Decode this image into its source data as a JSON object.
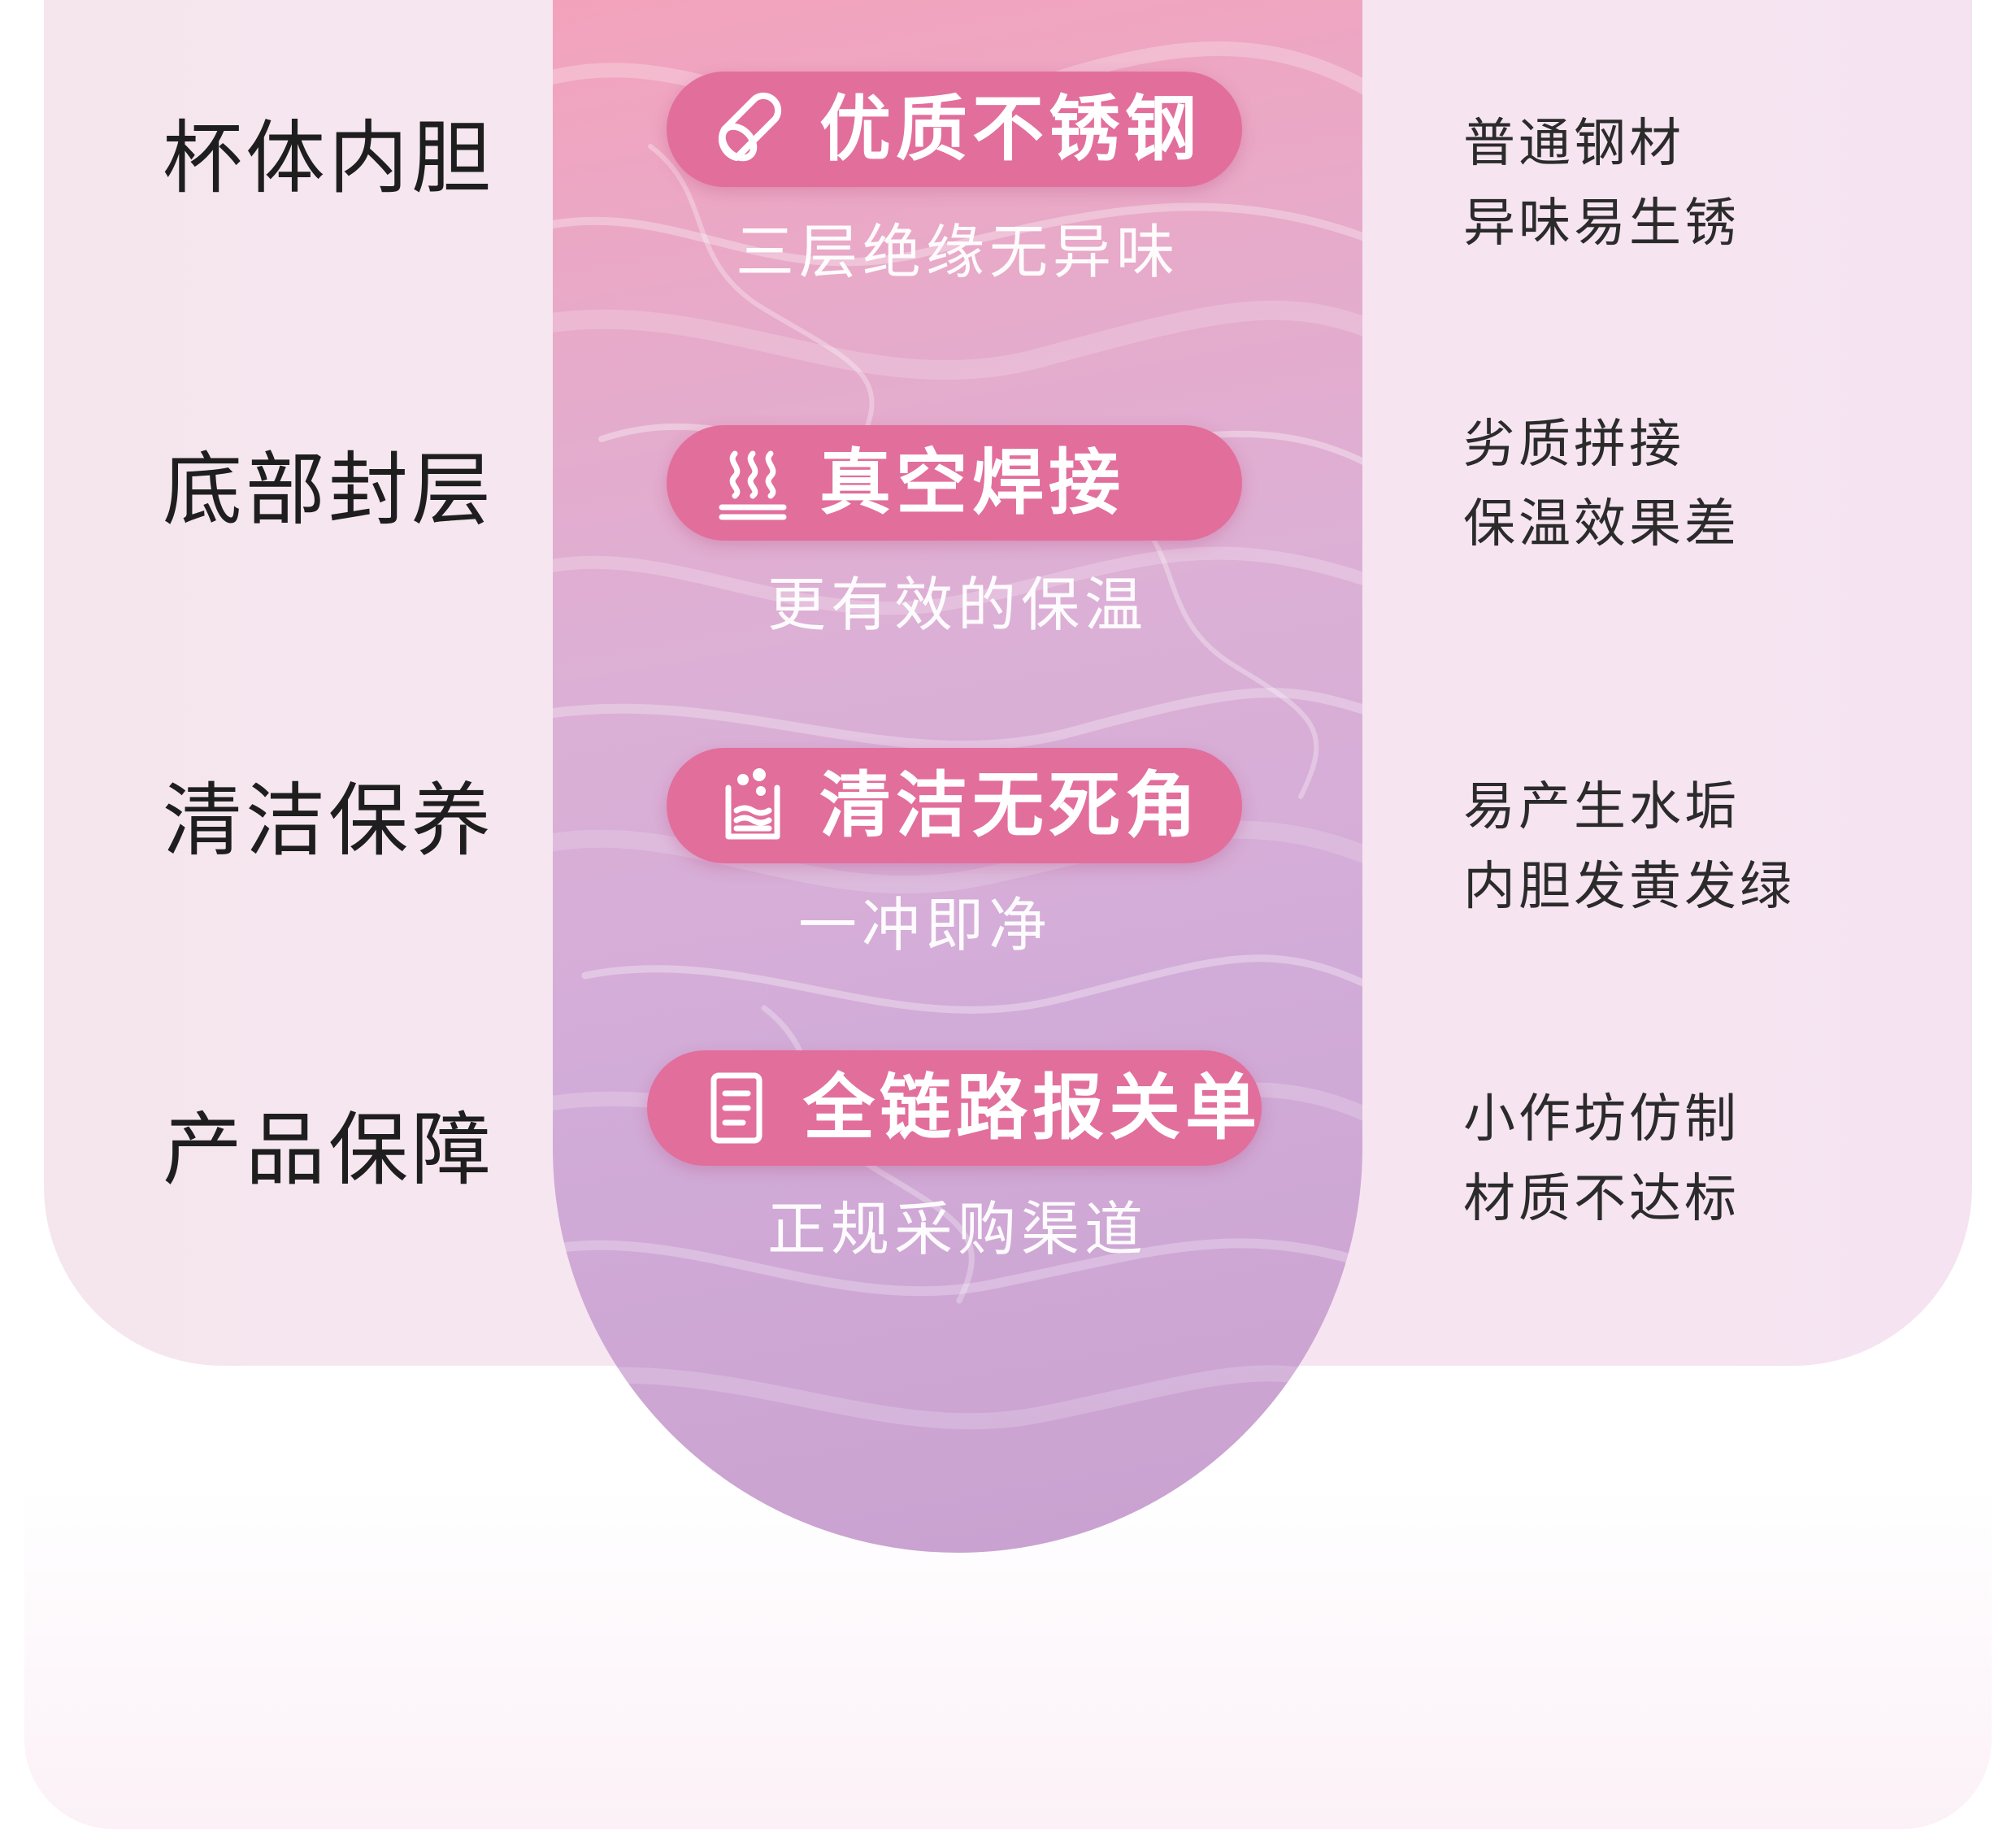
{
  "colors": {
    "panel_bg": "#f6e5ef",
    "pill_bg": "#e26e9c",
    "pill_text": "#ffffff",
    "label_text": "#1e1e1e",
    "right_text": "#2b2b2b"
  },
  "rows": [
    {
      "label": "杯体内胆",
      "feature": "优质不锈钢",
      "icon": "capsule-icon",
      "subtitle": "三层绝缘无异味",
      "other_line1": "普通钢材",
      "other_line2": "异味易生锈"
    },
    {
      "label": "底部封层",
      "feature": "真空焊接",
      "icon": "heat-waves-icon",
      "subtitle": "更有效的保温",
      "other_line1": "劣质拼接",
      "other_line2": "保温效果差"
    },
    {
      "label": "清洁保养",
      "feature": "清洁无死角",
      "icon": "clean-cup-icon",
      "subtitle": "一冲即净",
      "other_line1": "易产生水垢",
      "other_line2": "内胆发黄发绿"
    },
    {
      "label": "产品保障",
      "feature": "全链路报关单",
      "icon": "document-icon",
      "subtitle": "正规采购渠道",
      "other_line1": "小作坊仿制",
      "other_line2": "材质不达标"
    }
  ]
}
